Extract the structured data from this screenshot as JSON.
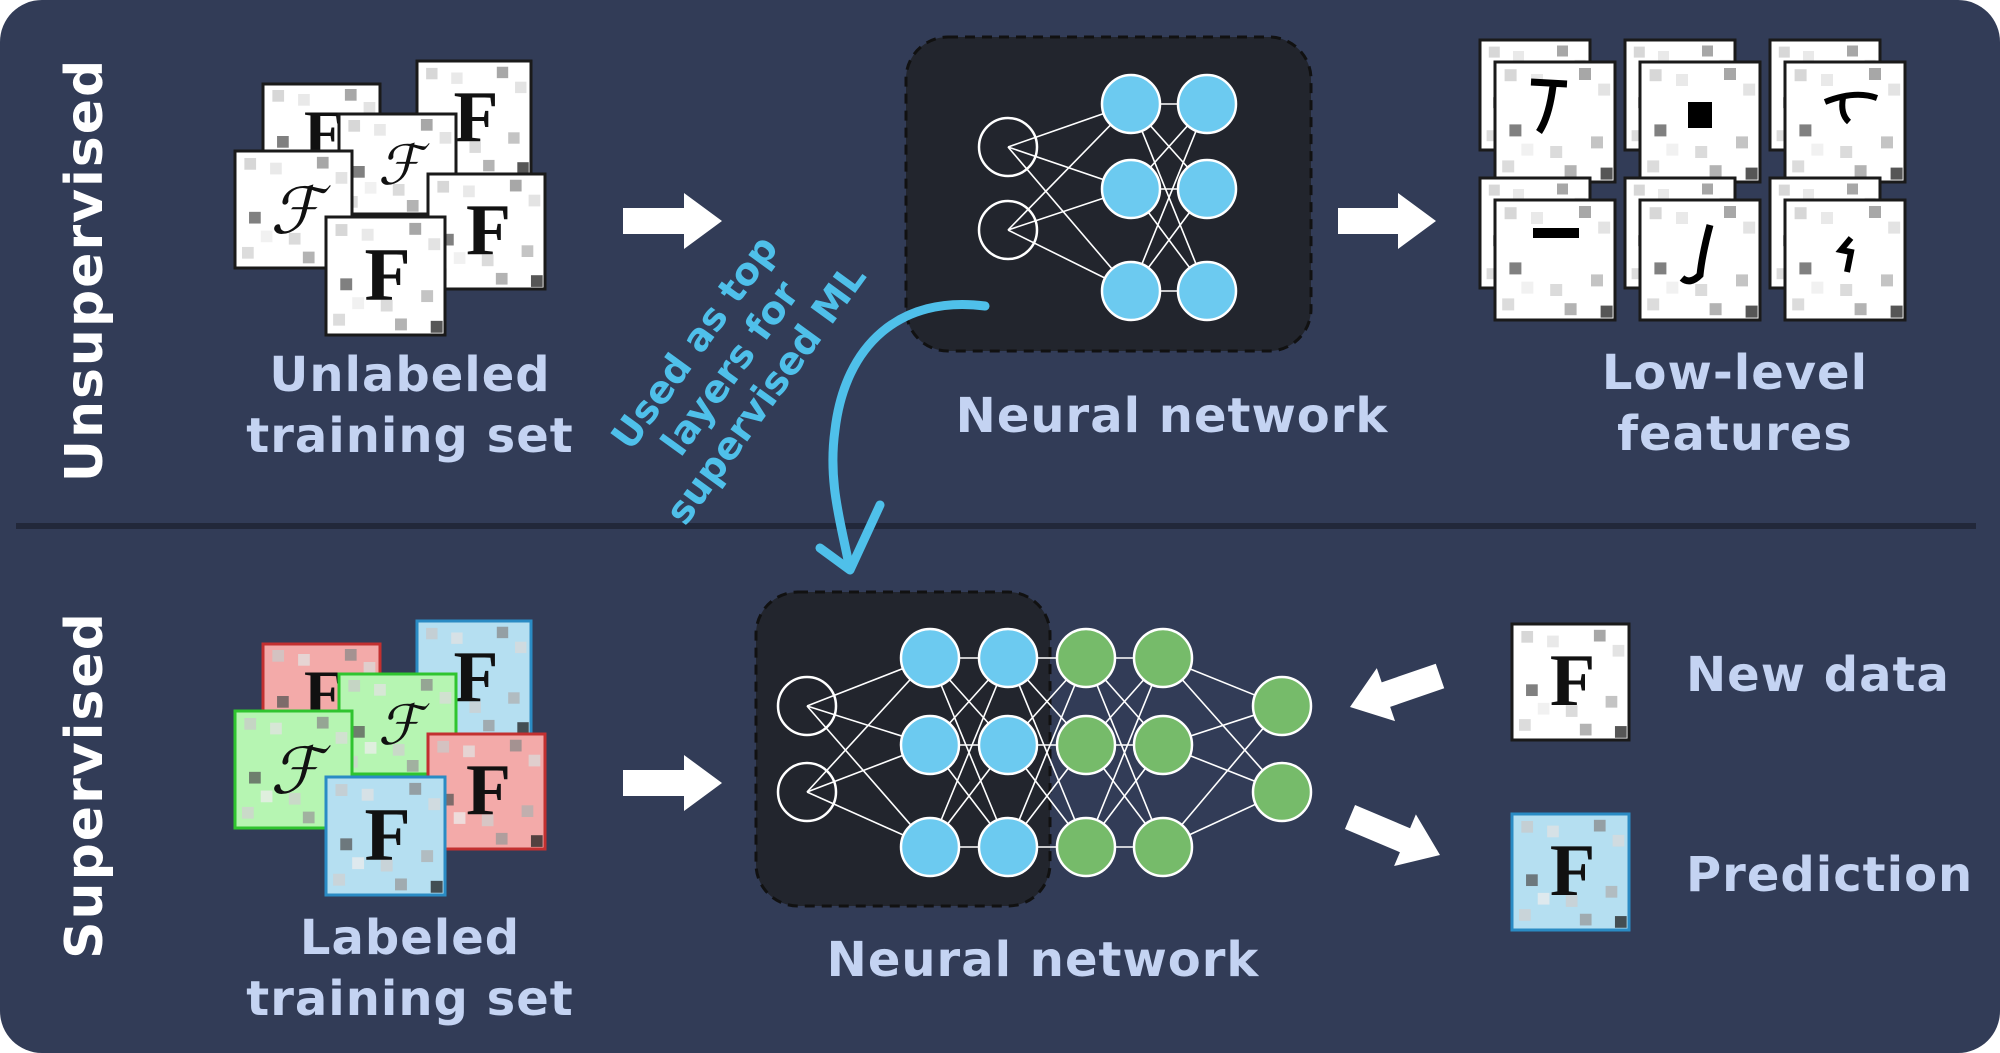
{
  "sections": {
    "unsupervised": "Unsupervised",
    "supervised": "Supervised"
  },
  "captions": {
    "unlabeled_set": [
      "Unlabeled",
      "training set"
    ],
    "neural_network_top": "Neural network",
    "low_level_features": [
      "Low-level",
      "features"
    ],
    "labeled_set": [
      "Labeled",
      "training set"
    ],
    "neural_network_bottom": "Neural network",
    "new_data": "New data",
    "prediction": "Prediction"
  },
  "annotation": [
    "Used as top",
    "layers for",
    "supervised ML"
  ],
  "tile_glyphs": {
    "print": "F",
    "script": "ℱ"
  },
  "colors": {
    "background": "#323c57",
    "caption": "#c4d3f2",
    "annotation": "#4fc0ea",
    "node_blue": "#6ccaf0",
    "node_green": "#76bb6a",
    "tile_red": "#f3aaa9",
    "tile_green": "#b6f5b2",
    "tile_blue": "#b5dff1"
  }
}
